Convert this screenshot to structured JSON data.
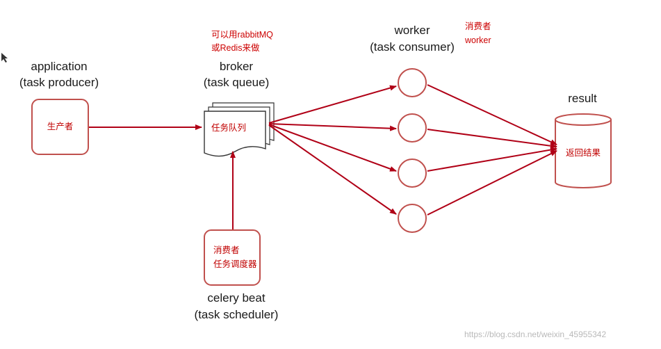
{
  "producer": {
    "title": "application",
    "subtitle": "(task producer)",
    "node_text": "生产者"
  },
  "broker": {
    "note_line1": "可以用rabbitMQ",
    "note_line2": "或Redis来做",
    "title": "broker",
    "subtitle": "(task queue)",
    "node_text": "任务队列"
  },
  "worker": {
    "title": "worker",
    "subtitle": "(task consumer)",
    "note_line1": "消费者",
    "note_line2": "worker"
  },
  "result": {
    "title": "result",
    "node_text": "返回结果"
  },
  "beat": {
    "node_line1": "消费者",
    "node_line2": "任务调度器",
    "title": "celery beat",
    "subtitle": "(task scheduler)"
  },
  "watermark": "https://blog.csdn.net/weixin_45955342",
  "colors": {
    "arrow": "#b00016",
    "node_border": "#c0504d",
    "text_red": "#cc0000"
  }
}
